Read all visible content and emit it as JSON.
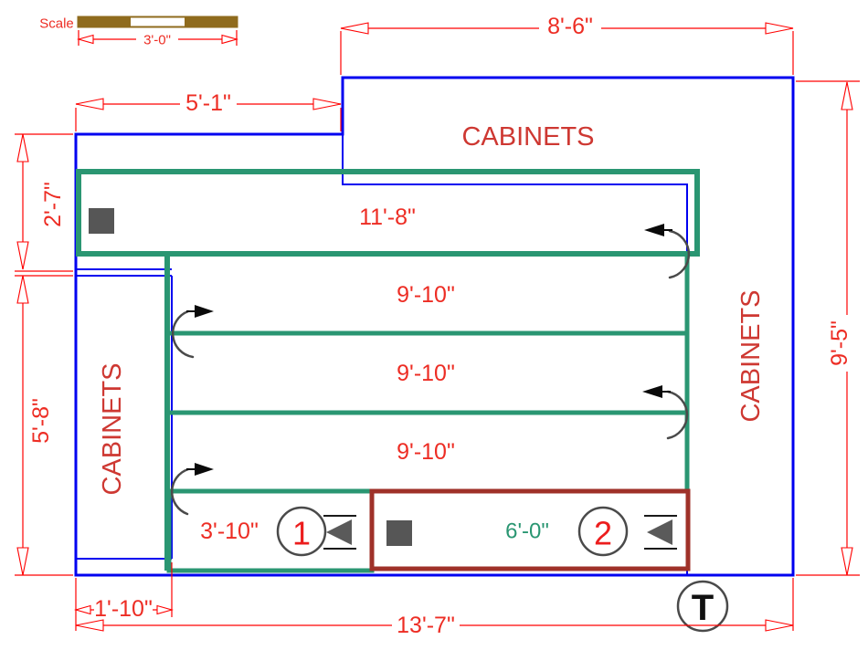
{
  "colors": {
    "wall_blue": "#0000f0",
    "run_green": "#2a9672",
    "run_dark_red": "#9f3129",
    "dimension_red": "#ff0000",
    "text_red": "#ed2d24",
    "cabinet_label_red": "#ce3832",
    "scale_bar_brown": "#8f6b1d",
    "marker_gray": "#565656"
  },
  "scale_indicator": {
    "label": "Scale",
    "dimension": "3'-0\""
  },
  "room_labels": {
    "cabinets_top": "CABINETS",
    "cabinets_left": "CABINETS",
    "cabinets_right": "CABINETS"
  },
  "dimensions": {
    "top": "8'-6\"",
    "upper_left": "5'-1\"",
    "left_upper": "2'-7\"",
    "left_lower": "5'-8\"",
    "right": "9'-5\"",
    "bottom_left": "1'-10\"",
    "bottom": "13'-7\""
  },
  "runs": {
    "run_top": "11'-8\"",
    "row_1": "9'-10\"",
    "row_2": "9'-10\"",
    "row_3": "9'-10\"",
    "box_1_length": "3'-10\"",
    "box_1_number": "1",
    "box_2_length": "6'-0\"",
    "box_2_number": "2"
  },
  "markers": {
    "turn_symbol": "T"
  }
}
